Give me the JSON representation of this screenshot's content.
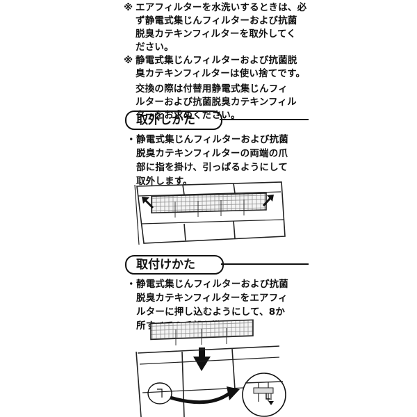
{
  "notes": {
    "note1": {
      "mark": "※",
      "lines": [
        "エアフィルターを水洗いするときは、必",
        "ず静電式集じんフィルターおよび抗菌",
        "脱臭カテキンフィルターを取外してく",
        "ださい。"
      ]
    },
    "note2": {
      "mark": "※",
      "lines": [
        "静電式集じんフィルターおよび抗菌脱",
        "臭カテキンフィルターは使い捨てです。"
      ]
    },
    "note3": {
      "lines": [
        "交換の際は付替用静電式集じんフィ",
        "ルターおよび抗菌脱臭カテキンフィル",
        "ターをお求めください。"
      ]
    }
  },
  "removal": {
    "heading": "取外しかた",
    "bullet": "・",
    "lines": [
      "静電式集じんフィルターおよび抗菌",
      "脱臭カテキンフィルターの両端の爪",
      "部に指を掛け、引っぱるようにして",
      "取外します。"
    ]
  },
  "install": {
    "heading": "取付けかた",
    "bullet": "・",
    "lines": [
      "静電式集じんフィルターおよび抗菌",
      "脱臭カテキンフィルターをエアフィ",
      "ルターに押し込むようにして、8か",
      "所すべての爪部を掛けます。"
    ]
  }
}
